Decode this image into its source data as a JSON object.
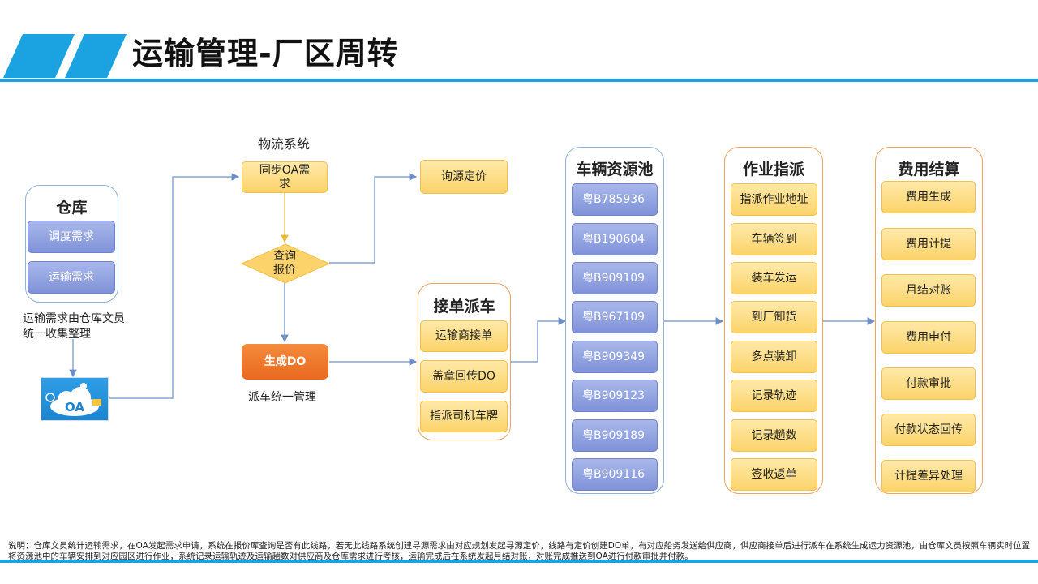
{
  "header": {
    "title": "运输管理-厂区周转"
  },
  "warehouse": {
    "title": "仓库",
    "items": [
      "调度需求",
      "运输需求"
    ],
    "caption": "运输需求由仓库文员统一收集整理"
  },
  "oa": {
    "label": "OA"
  },
  "logistics": {
    "title": "物流系统",
    "sync": "同步OA需求",
    "query": "查询\n报价",
    "inquiry": "询源定价",
    "generate": "生成DO",
    "dispatch_caption": "派车统一管理"
  },
  "order_dispatch": {
    "title": "接单派车",
    "items": [
      "运输商接单",
      "盖章回传DO",
      "指派司机车牌"
    ]
  },
  "vehicle_pool": {
    "title": "车辆资源池",
    "items": [
      "粤B785936",
      "粤B190604",
      "粤B909109",
      "粤B967109",
      "粤B909349",
      "粤B909123",
      "粤B909189",
      "粤B909116"
    ]
  },
  "assignment": {
    "title": "作业指派",
    "items": [
      "指派作业地址",
      "车辆签到",
      "装车发运",
      "到厂卸货",
      "多点装卸",
      "记录轨迹",
      "记录趟数",
      "签收返单"
    ]
  },
  "settlement": {
    "title": "费用结算",
    "items": [
      "费用生成",
      "费用计提",
      "月结对账",
      "费用申付",
      "付款审批",
      "付款状态回传",
      "计提差异处理"
    ]
  },
  "note": "说明：仓库文员统计运输需求，在OA发起需求申请，系统在报价库查询是否有此线路，若无此线路系统创建寻源需求由对应规划发起寻源定价，线路有定价创建DO单，有对应船务发送给供应商，供应商接单后进行派车在系统生成运力资源池，由仓库文员按照车辆实时位置将资源池中的车辆安排到对应园区进行作业，系统记录运输轨迹及运输趟数对供应商及仓库需求进行考核，运输完成后在系统发起月结对账，对账完成推送到OA进行付款审批并付款。",
  "colors": {
    "accent": "#1aa3e0",
    "yellow": "#fbd36a",
    "blue": "#8596d8",
    "orange": "#e9691f",
    "connector": "#6c8fc9"
  }
}
